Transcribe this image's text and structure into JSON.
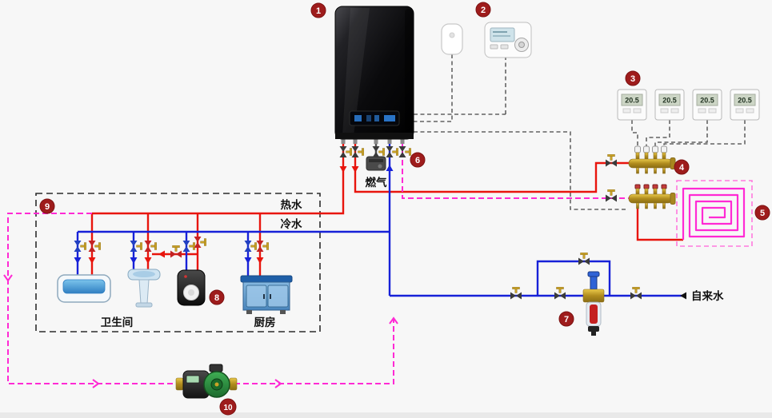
{
  "labels": {
    "hot_water": "热水",
    "cold_water": "冷水",
    "gas": "燃气",
    "bathroom": "卫生间",
    "kitchen": "厨房",
    "tap_water": "自来水"
  },
  "badges": [
    "1",
    "2",
    "3",
    "4",
    "5",
    "6",
    "7",
    "8",
    "9",
    "10"
  ],
  "thermostats": {
    "readings": [
      "20.5",
      "20.5",
      "20.5",
      "20.5"
    ]
  },
  "colors": {
    "hot_water_pipe": "#e8150d",
    "cold_water_pipe": "#1721d8",
    "recirculation_pipe": "#ff2ad4",
    "control_wire": "#444444",
    "badge": "#9e1c1c",
    "brass_manifold": "#c9a227",
    "floor_coil": "#ff2ad4",
    "coil_box_border": "#ff7ade"
  }
}
